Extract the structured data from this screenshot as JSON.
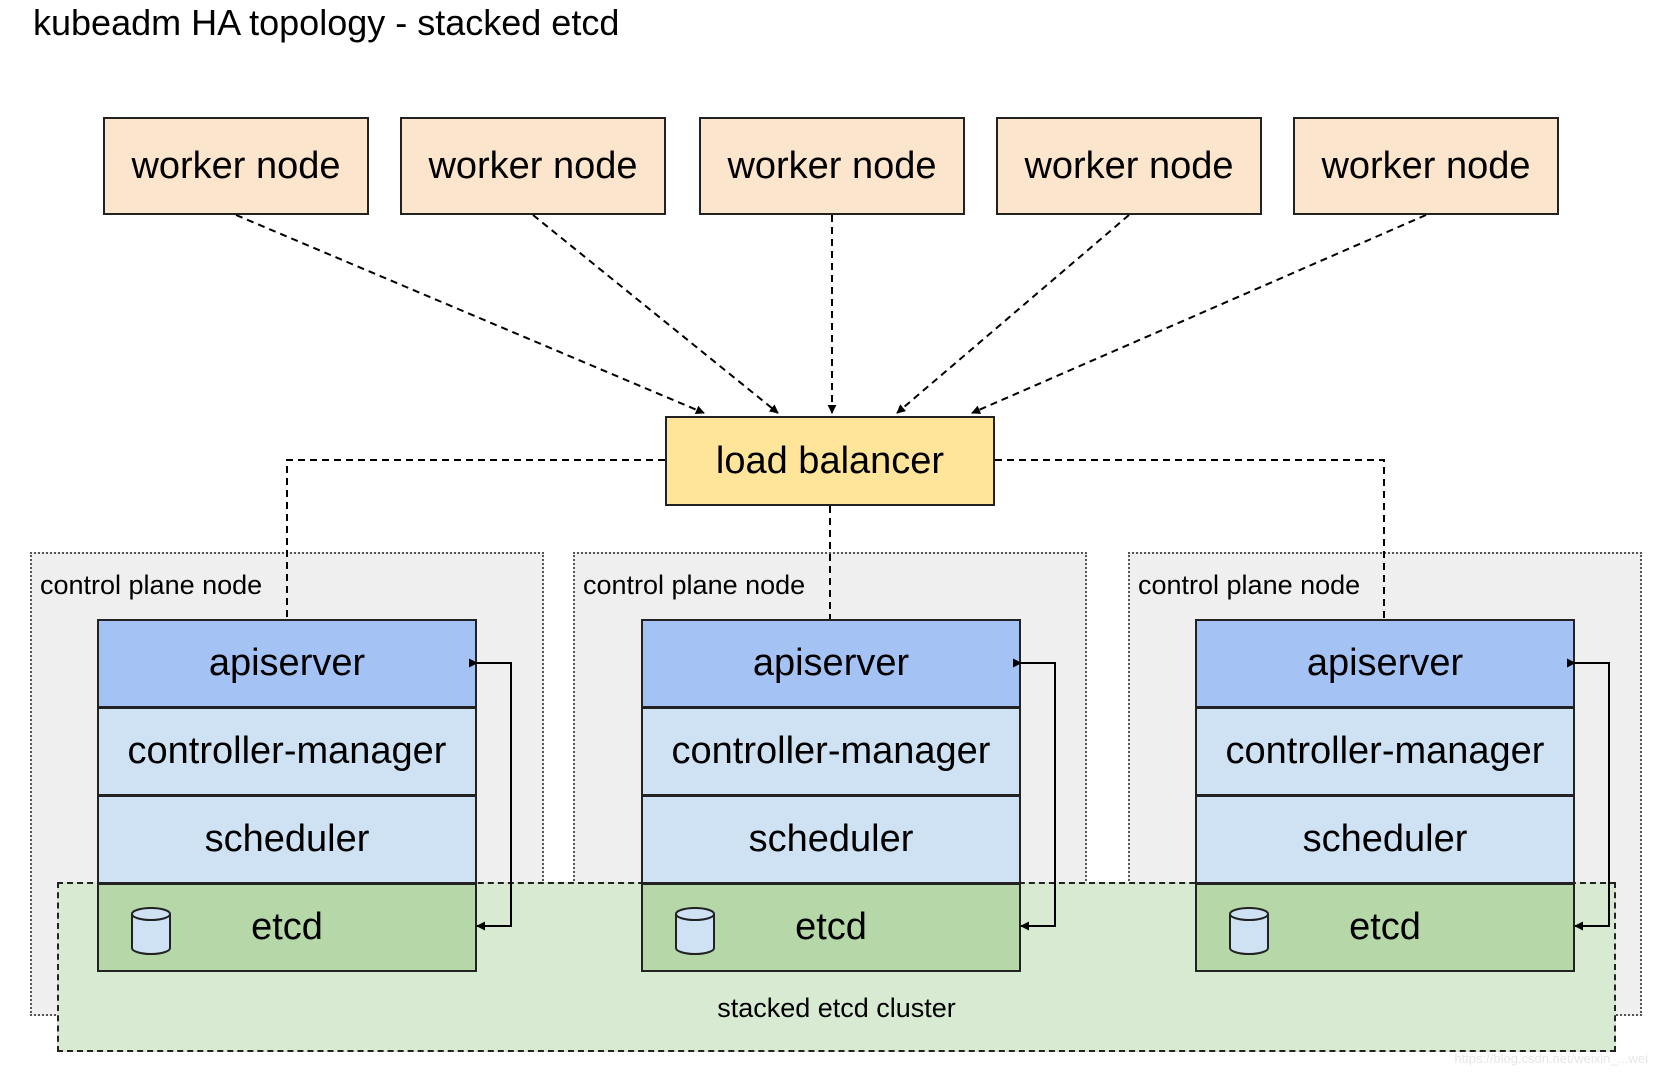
{
  "diagram": {
    "title": "kubeadm HA topology - stacked etcd",
    "worker_nodes": [
      "worker node",
      "worker node",
      "worker node",
      "worker node",
      "worker node"
    ],
    "load_balancer": "load balancer",
    "control_plane_nodes": [
      {
        "label": "control plane node",
        "components": [
          "apiserver",
          "controller-manager",
          "scheduler",
          "etcd"
        ]
      },
      {
        "label": "control plane node",
        "components": [
          "apiserver",
          "controller-manager",
          "scheduler",
          "etcd"
        ]
      },
      {
        "label": "control plane node",
        "components": [
          "apiserver",
          "controller-manager",
          "scheduler",
          "etcd"
        ]
      }
    ],
    "etcd_cluster_label": "stacked etcd cluster",
    "watermark": "https://blog.csdn.net/weixin_...wei"
  },
  "colors": {
    "worker_node": "#fce5cd",
    "load_balancer": "#ffe599",
    "control_plane_background": "#efefef",
    "apiserver": "#a4c2f4",
    "controller_manager": "#cfe2f3",
    "scheduler": "#cfe2f3",
    "etcd": "#b6d7a8",
    "etcd_cluster": "#d9ead3"
  },
  "icons": {
    "etcd": "database-cylinder-icon"
  }
}
